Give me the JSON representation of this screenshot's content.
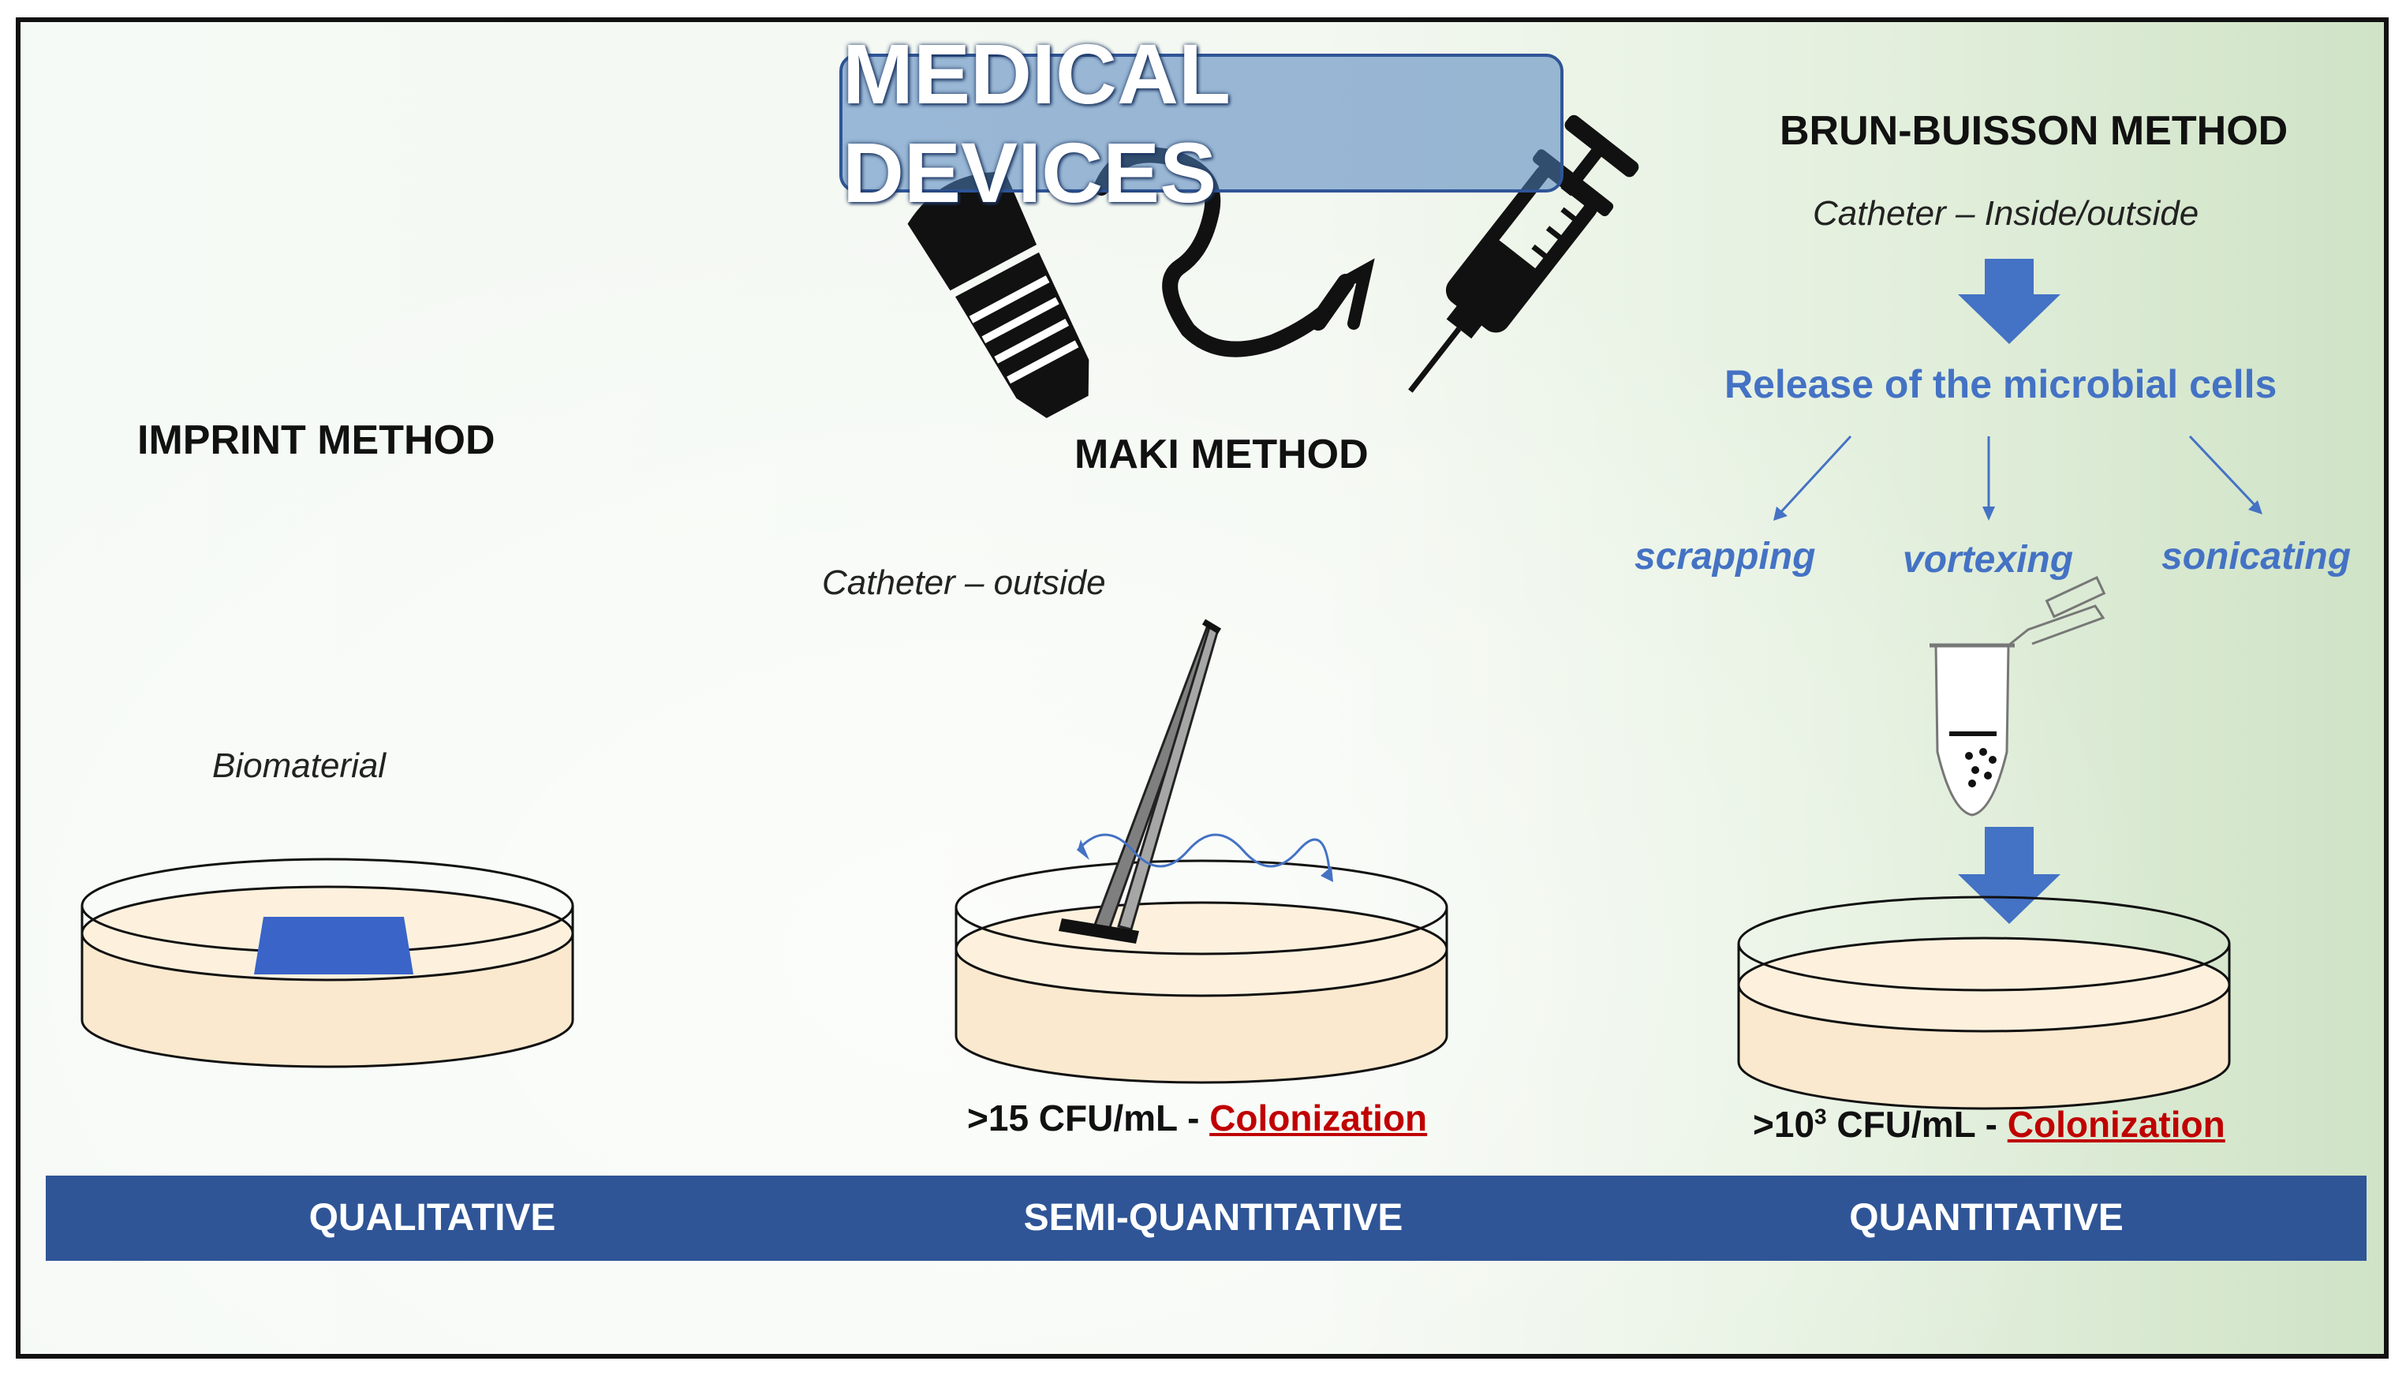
{
  "title": "MEDICAL DEVICES",
  "imprint": {
    "heading": "IMPRINT METHOD",
    "label": "Biomaterial"
  },
  "maki": {
    "heading": "MAKI METHOD",
    "label": "Catheter – outside",
    "result_prefix": ">15 CFU/mL - ",
    "result_link": "Colonization"
  },
  "brun": {
    "heading": "BRUN-BUISSON METHOD",
    "label": "Catheter – Inside/outside",
    "release": "Release of the microbial cells",
    "techniques": [
      "scrapping",
      "vortexing",
      "sonicating"
    ],
    "result_prefix": ">10",
    "result_sup": "3",
    "result_mid": " CFU/mL - ",
    "result_link": "Colonization"
  },
  "bottom_bar": [
    "QUALITATIVE",
    "SEMI-QUANTITATIVE",
    "QUANTITATIVE"
  ],
  "colors": {
    "accent_blue": "#4472c4",
    "bar_blue": "#2f5597",
    "agar": "#fbe9cf",
    "colonization_red": "#c00000"
  },
  "icons": [
    "ultrasound-probe-icon",
    "catheter-icon",
    "syringe-icon",
    "forceps-icon",
    "microtube-icon",
    "down-arrow-icon"
  ]
}
